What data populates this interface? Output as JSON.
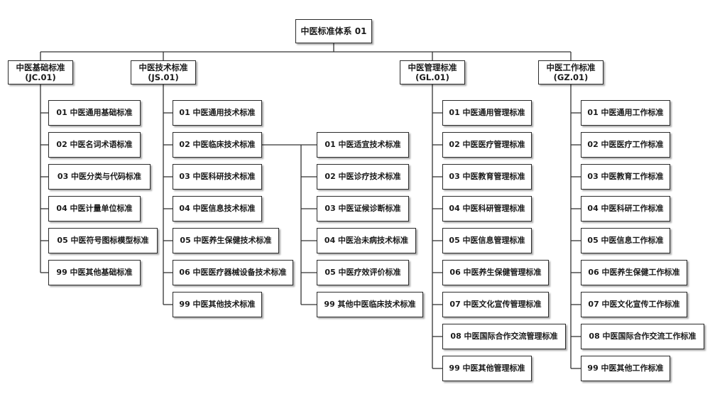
{
  "root": {
    "label": "中医标准体系 01"
  },
  "categories": [
    {
      "name": "中医基础标准",
      "code": "(JC.01)",
      "items": [
        "01 中医通用基础标准",
        "02 中医名词术语标准",
        "03 中医分类与代码标准",
        "04 中医计量单位标准",
        "05 中医符号图标模型标准",
        "99 中医其他基础标准"
      ]
    },
    {
      "name": "中医技术标准",
      "code": "(JS.01)",
      "items": [
        "01 中医通用技术标准",
        "02 中医临床技术标准",
        "03 中医科研技术标准",
        "04 中医信息技术标准",
        "05 中医养生保健技术标准",
        "06 中医医疗器械设备技术标准",
        "99 中医其他技术标准"
      ],
      "sub": {
        "parent": "02 中医临床技术标准",
        "items": [
          "01 中医适宜技术标准",
          "02 中医诊疗技术标准",
          "03 中医证候诊断标准",
          "04 中医治未病技术标准",
          "05 中医疗效评价标准",
          "99 其他中医临床技术标准"
        ]
      }
    },
    {
      "name": "中医管理标准",
      "code": "(GL.01)",
      "items": [
        "01 中医通用管理标准",
        "02 中医医疗管理标准",
        "03 中医教育管理标准",
        "04 中医科研管理标准",
        "05 中医信息管理标准",
        "06 中医养生保健管理标准",
        "07 中医文化宣传管理标准",
        "08 中医国际合作交流管理标准",
        "99 中医其他管理标准"
      ]
    },
    {
      "name": "中医工作标准",
      "code": "(GZ.01)",
      "items": [
        "01 中医通用工作标准",
        "02 中医医疗工作标准",
        "03 中医教育工作标准",
        "04 中医科研工作标准",
        "05 中医信息工作标准",
        "06 中医养生保健工作标准",
        "07 中医文化宣传工作标准",
        "08 中医国际合作交流工作标准",
        "99 中医其他工作标准"
      ]
    }
  ]
}
